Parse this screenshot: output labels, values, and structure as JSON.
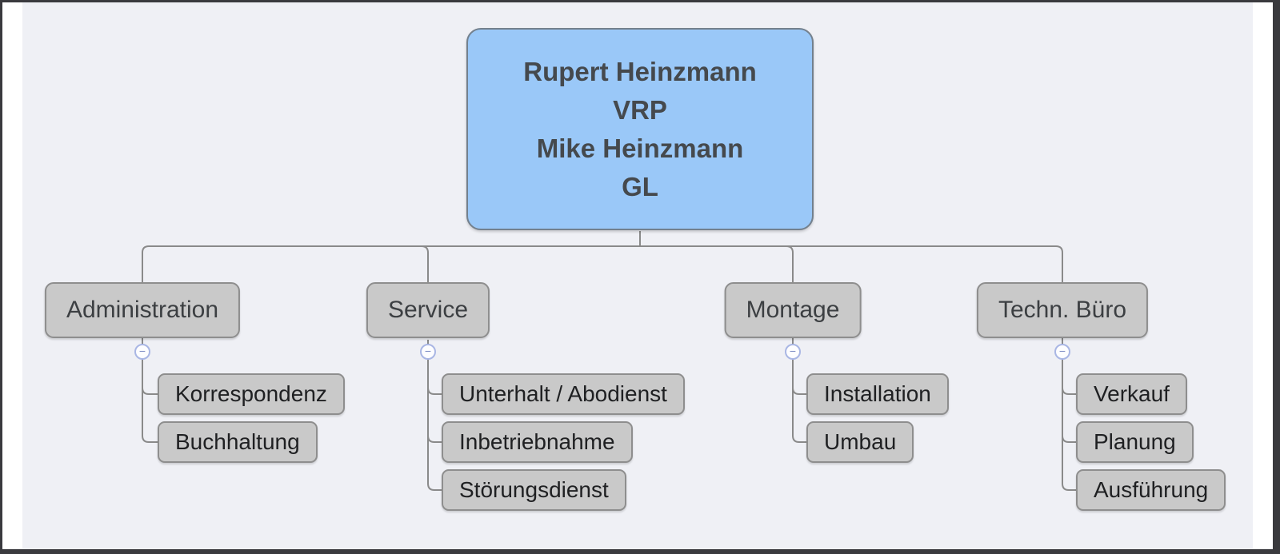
{
  "diagram": {
    "root": {
      "lines": [
        "Rupert Heinzmann",
        "VRP",
        "Mike Heinzmann",
        "GL"
      ]
    },
    "branches": [
      {
        "label": "Administration",
        "children": [
          "Korrespondenz",
          "Buchhaltung"
        ]
      },
      {
        "label": "Service",
        "children": [
          "Unterhalt / Abodienst",
          "Inbetriebnahme",
          "Störungsdienst"
        ]
      },
      {
        "label": "Montage",
        "children": [
          "Installation",
          "Umbau"
        ]
      },
      {
        "label": "Techn. Büro",
        "children": [
          "Verkauf",
          "Planung",
          "Ausführung"
        ]
      }
    ],
    "collapse_glyph": "−",
    "colors": {
      "canvas_bg": "#eff0f5",
      "root_fill": "#9ac8f8",
      "root_border": "#73808d",
      "node_fill": "#c9c9c9",
      "node_border": "#8e8e8e",
      "connector": "#8a8a8a",
      "collapse_ring": "#a9b6e4",
      "frame": "#3a3a3e"
    }
  }
}
